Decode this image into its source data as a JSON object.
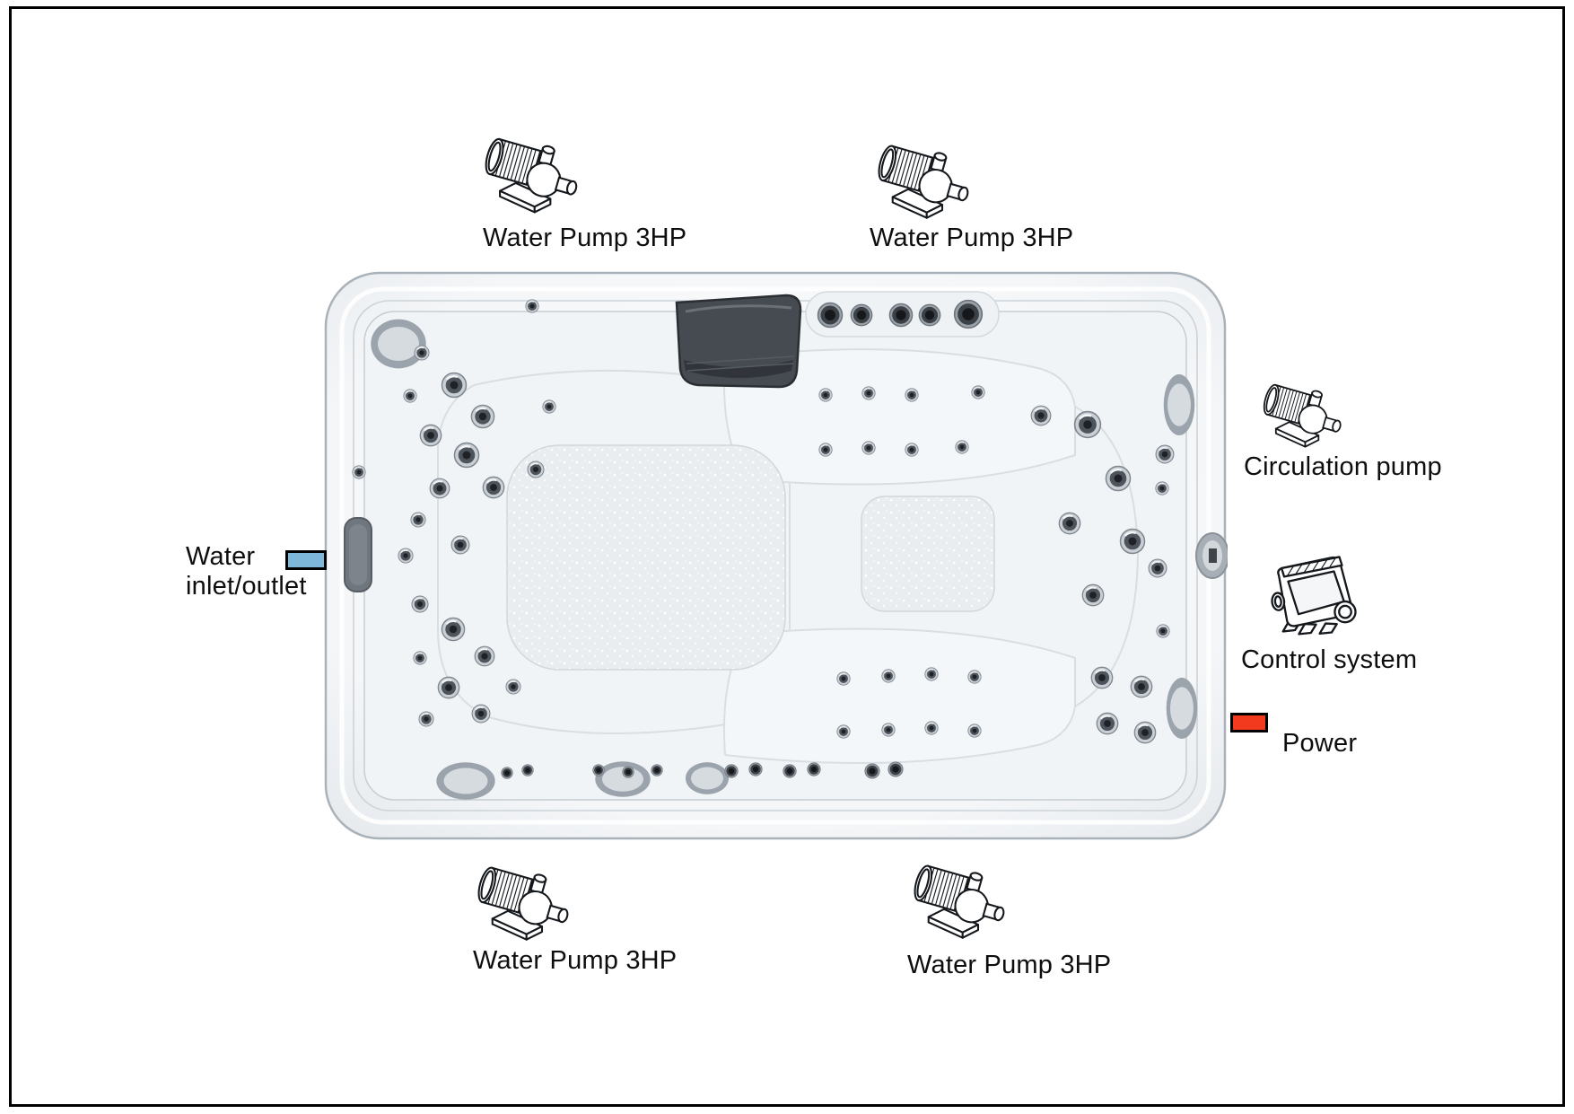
{
  "callouts": {
    "pump_top_left": {
      "label": "Water Pump 3HP",
      "icon": "water-pump-icon"
    },
    "pump_top_right": {
      "label": "Water Pump 3HP",
      "icon": "water-pump-icon"
    },
    "pump_bottom_left": {
      "label": "Water Pump 3HP",
      "icon": "water-pump-icon"
    },
    "pump_bottom_right": {
      "label": "Water Pump 3HP",
      "icon": "water-pump-icon"
    },
    "circulation_pump": {
      "label": "Circulation pump",
      "icon": "circulation-pump-icon"
    },
    "control_system": {
      "label": "Control system",
      "icon": "control-system-icon"
    },
    "power": {
      "label": "Power",
      "marker_color": "#f23b1e"
    },
    "water_inlet_outlet": {
      "label_line1": "Water",
      "label_line2": "inlet/outlet",
      "marker_color": "#7db7d9"
    }
  },
  "colors": {
    "background": "#ffffff",
    "frame": "#000000",
    "text": "#0e0e0e"
  }
}
